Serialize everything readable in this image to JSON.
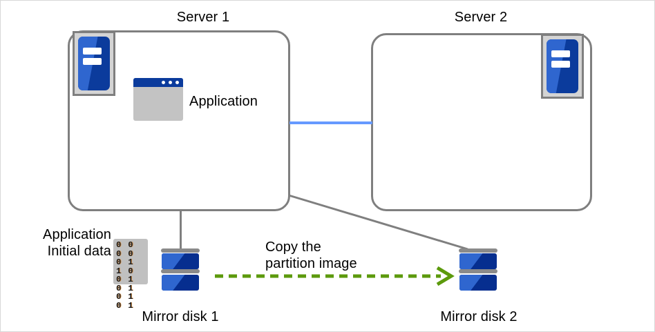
{
  "diagram": {
    "title_server1": "Server 1",
    "title_server2": "Server 2",
    "application_label": "Application",
    "initial_data_line1": "Application",
    "initial_data_line2": "Initial data",
    "binary_rows": [
      "0 0 0 0",
      "0 1 1 0",
      "0 1 0 1",
      "0 1 0 1"
    ],
    "copy_label_line1": "Copy the",
    "copy_label_line2": "partition image",
    "mirror_disk1_label": "Mirror disk 1",
    "mirror_disk2_label": "Mirror disk 2",
    "colors": {
      "box_border": "#7f7f7f",
      "heartbeat_line": "#6699ff",
      "connector_line": "#7f7f7f",
      "copy_arrow": "#5c9a0c",
      "icon_blue_light": "#2f66cf",
      "icon_blue_dark": "#062e8f",
      "icon_frame_gray": "#d4d4d4",
      "app_window_body": "#c3c3c3",
      "app_titlebar": "#0b3b9c",
      "binary_chip_bg": "#c0c0c0",
      "page_border": "#d8d8d8",
      "background": "#ffffff"
    }
  }
}
